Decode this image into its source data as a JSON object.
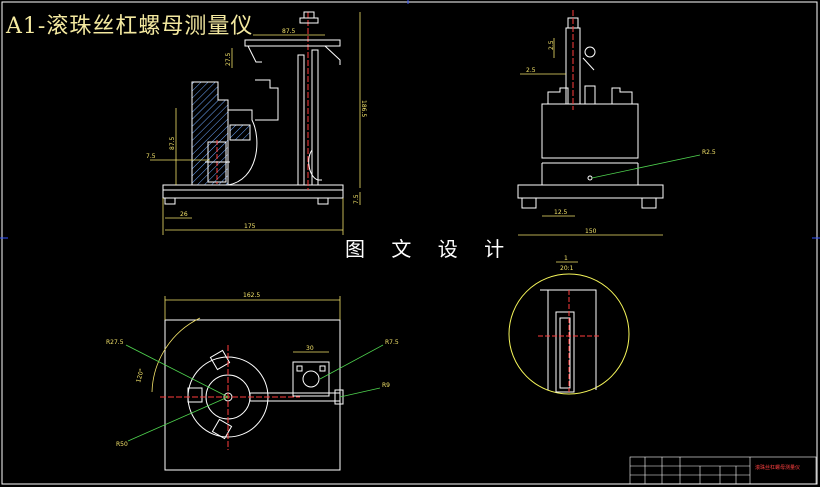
{
  "title": "A1-滚珠丝杠螺母测量仪",
  "watermark": "图 文 设 计",
  "colors": {
    "background": "#000000",
    "outline": "#ffffff",
    "dimension": "#f3e36a",
    "leader": "#4fd44f",
    "hatch": "#6fa8ff",
    "centerline": "#ff3b3b",
    "circle": "#f7f75a",
    "border_mark": "#3355ff",
    "titleblock_text": "#ff4040"
  },
  "front_view": {
    "dims": {
      "top_width": "87.5",
      "height_right": "186.5",
      "tool_height": "27.5",
      "mid_height": "87.5",
      "left_small": "7.5",
      "bottom_offset": "26",
      "bottom_width": "175",
      "base_right": "7.5"
    }
  },
  "side_view": {
    "dims": {
      "top_small": "2.5",
      "left_small": "2.5",
      "radius": "R2.5",
      "inner_width": "12.5",
      "overall_width": "150"
    }
  },
  "detail": {
    "scale_top": "1",
    "scale_bottom": "20:1"
  },
  "top_view": {
    "dims": {
      "width": "162.5",
      "r_big": "R27.5",
      "angle": "120°",
      "r_small": "R50",
      "block_width": "30",
      "r_right": "R7.5",
      "r_lower": "R9"
    }
  },
  "title_block": {
    "name": "滚珠丝杠螺母测量仪"
  }
}
